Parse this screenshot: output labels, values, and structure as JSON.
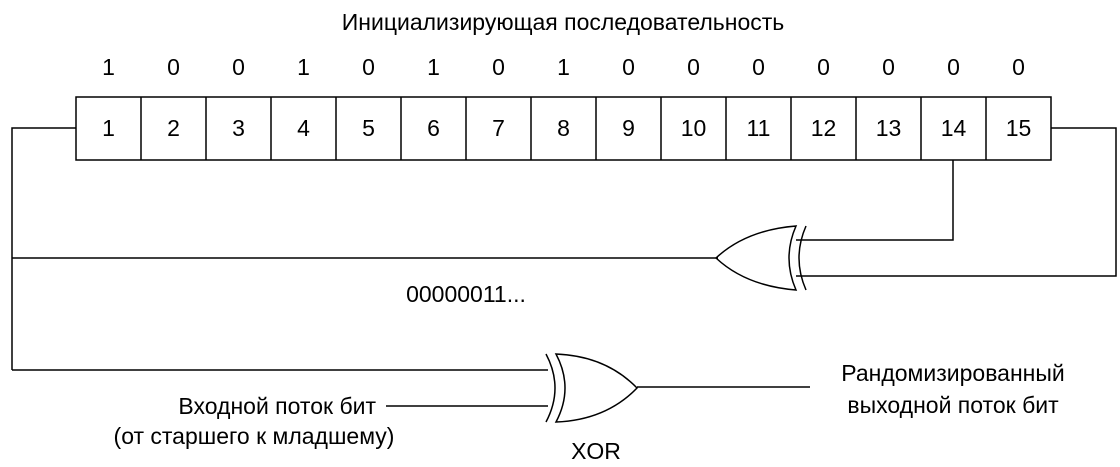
{
  "title": "Инициализирующая последовательность",
  "init_bits": [
    "1",
    "0",
    "0",
    "1",
    "0",
    "1",
    "0",
    "1",
    "0",
    "0",
    "0",
    "0",
    "0",
    "0",
    "0"
  ],
  "register_cells": [
    "1",
    "2",
    "3",
    "4",
    "5",
    "6",
    "7",
    "8",
    "9",
    "10",
    "11",
    "12",
    "13",
    "14",
    "15"
  ],
  "feedback_sequence": "00000011...",
  "input_label_line1": "Входной поток бит",
  "input_label_line2": "(от старшего к младшему)",
  "output_label_line1": "Рандомизированный",
  "output_label_line2": "выходной поток бит",
  "xor_label": "XOR",
  "icons": [
    "xor-gate-icon"
  ]
}
